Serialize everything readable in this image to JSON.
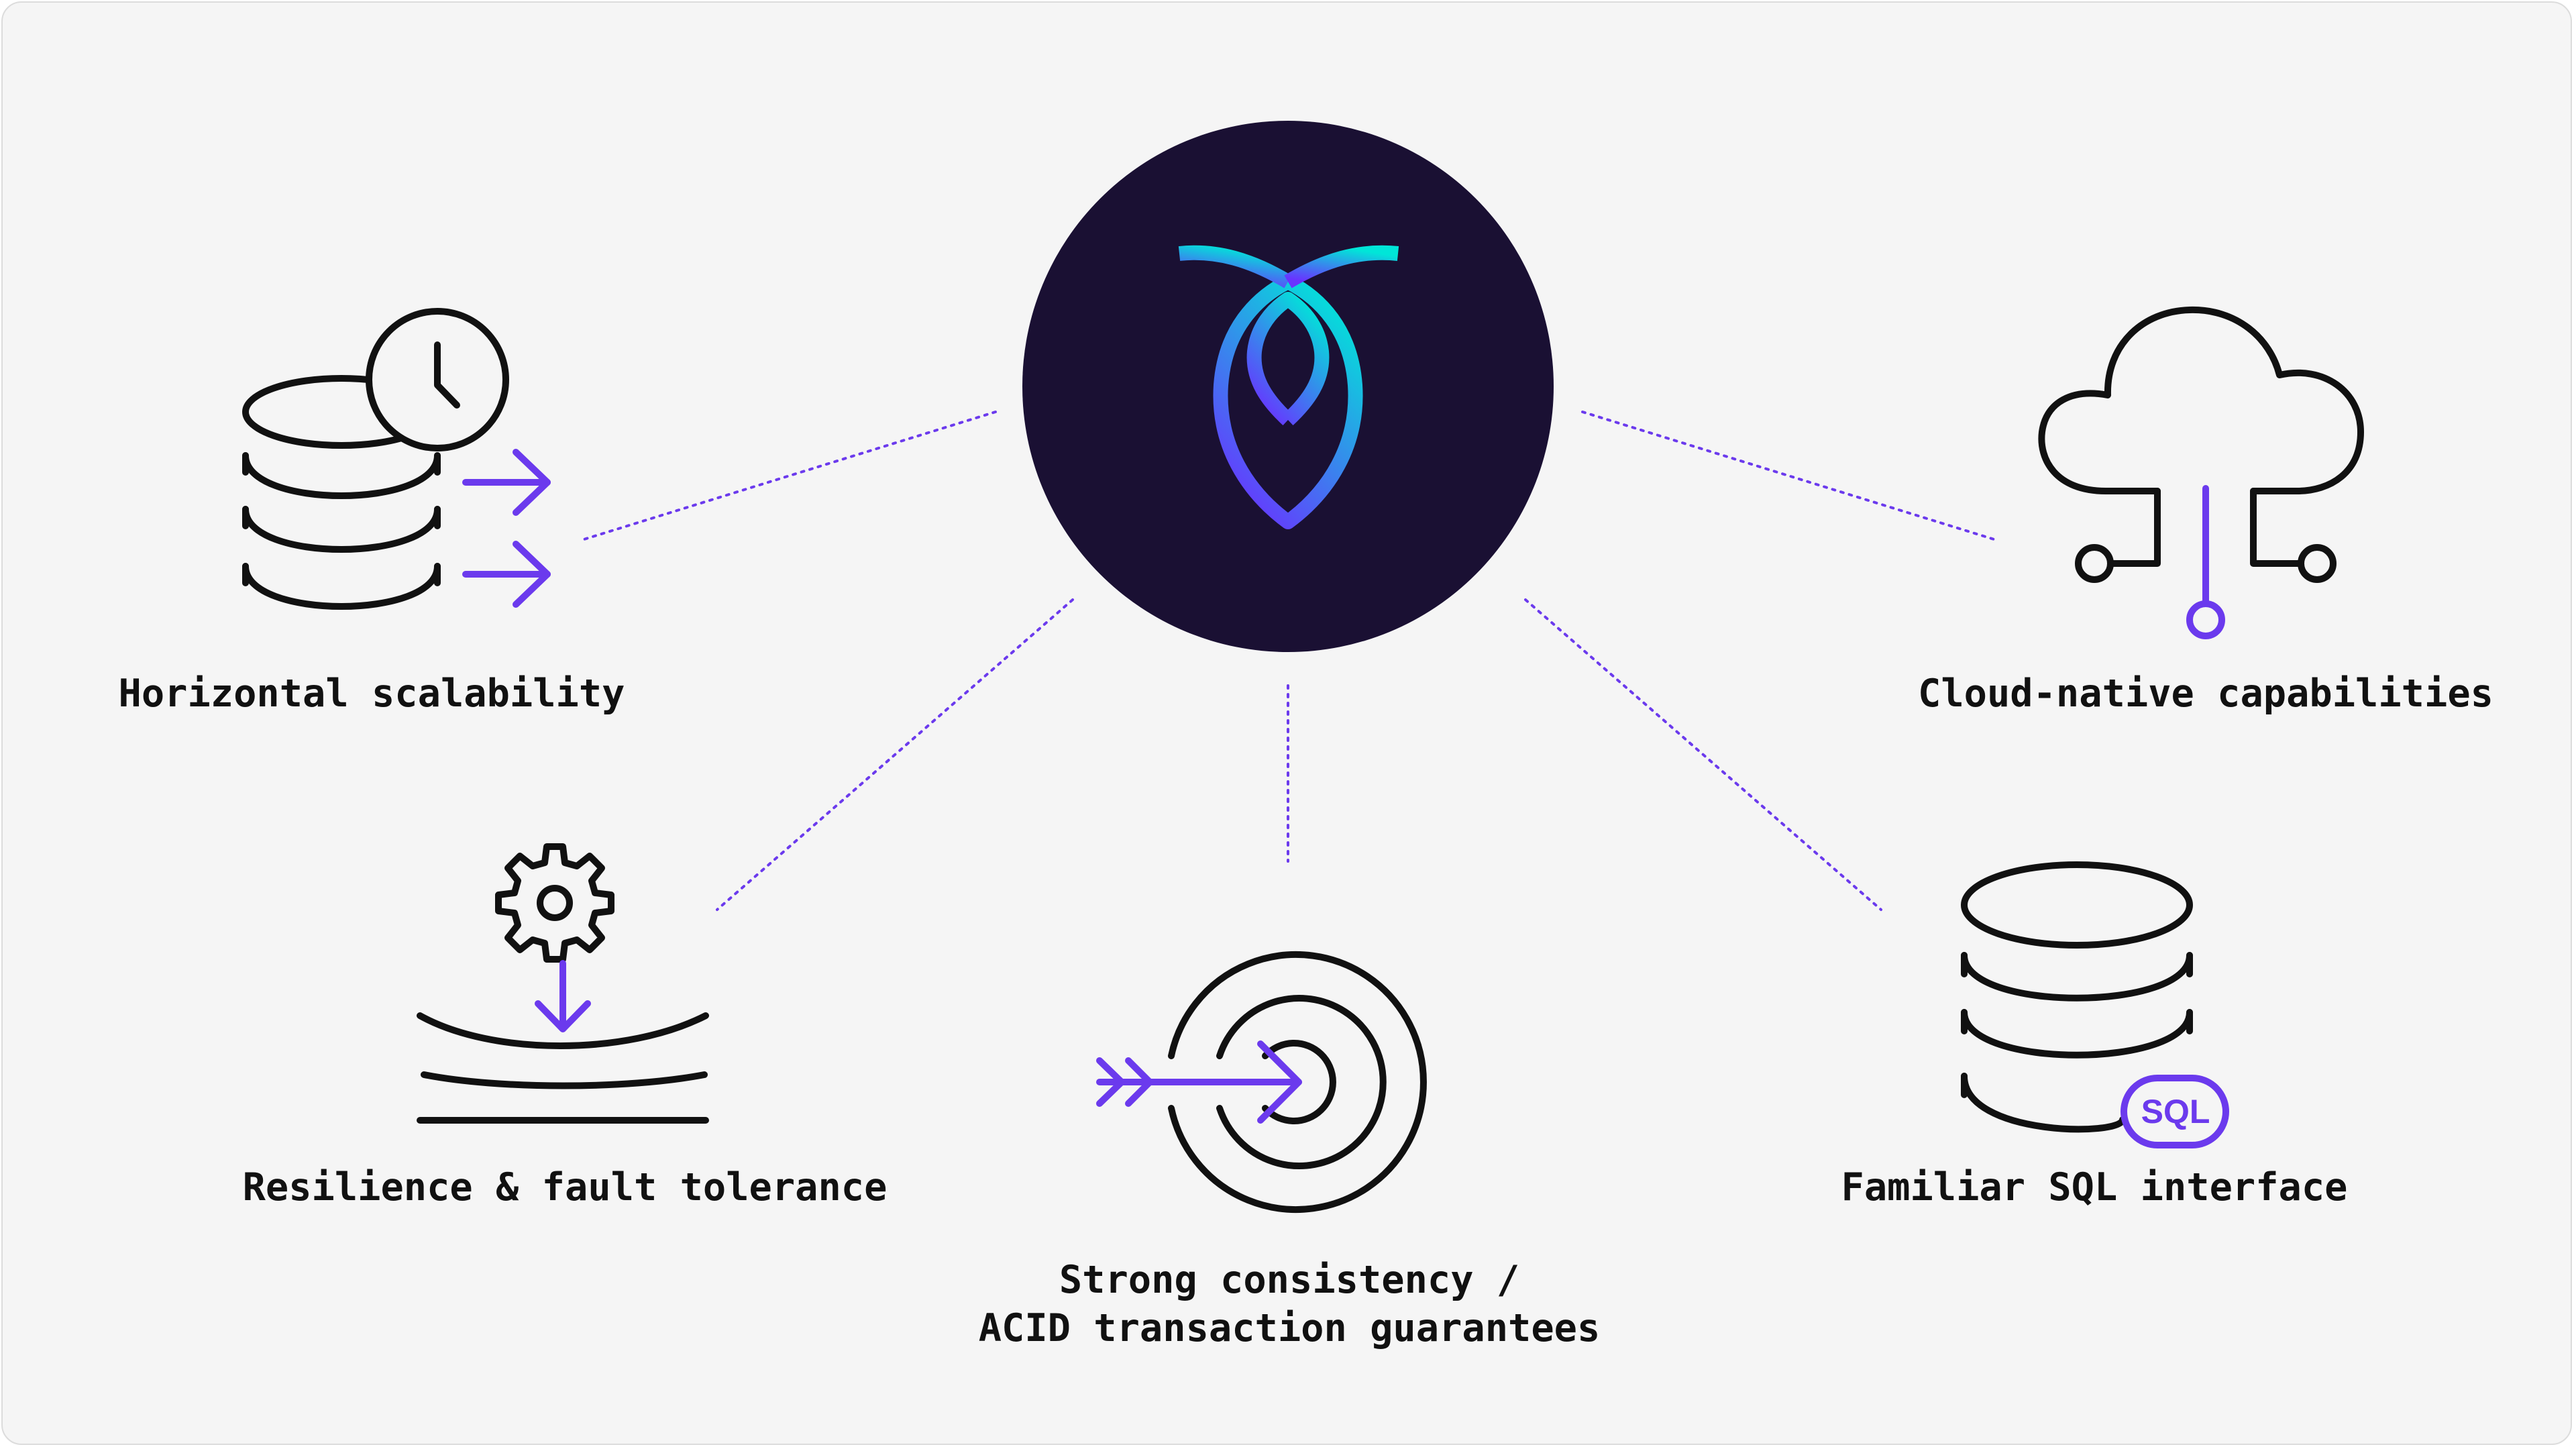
{
  "colors": {
    "background": "#f5f5f5",
    "hub": "#1a1033",
    "accent": "#6b3aed",
    "stroke": "#111111",
    "logo_gradient_start": "#6933ff",
    "logo_gradient_end": "#00e6d8"
  },
  "hub": {
    "icon": "cockroach-logo-icon"
  },
  "features": [
    {
      "id": "horizontal",
      "icon": "database-scale-clock-icon",
      "lines": [
        "Horizontal scalability"
      ]
    },
    {
      "id": "cloud",
      "icon": "cloud-network-icon",
      "lines": [
        "Cloud-native capabilities"
      ]
    },
    {
      "id": "resilience",
      "icon": "gear-impact-icon",
      "lines": [
        "Resilience & fault tolerance"
      ]
    },
    {
      "id": "consistency",
      "icon": "target-arrow-icon",
      "lines": [
        "Strong consistency /",
        "ACID transaction guarantees"
      ]
    },
    {
      "id": "sql",
      "icon": "database-sql-icon",
      "lines": [
        "Familiar SQL interface"
      ],
      "badge": "SQL"
    }
  ]
}
